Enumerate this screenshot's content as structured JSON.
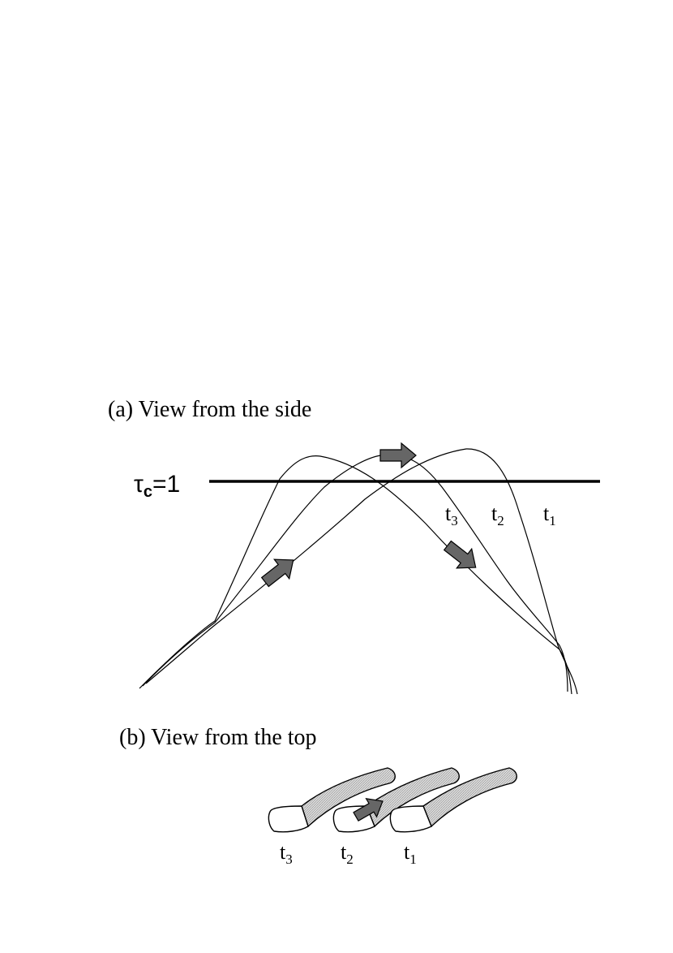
{
  "panel_a": {
    "caption": "(a)  View from the side",
    "threshold_label": {
      "symbol": "τ",
      "subscript": "c",
      "value": "=1"
    },
    "loop_labels": [
      {
        "base": "t",
        "sub": "3"
      },
      {
        "base": "t",
        "sub": "2"
      },
      {
        "base": "t",
        "sub": "1"
      }
    ]
  },
  "panel_b": {
    "caption": "(b)  View from the top",
    "loop_labels": [
      {
        "base": "t",
        "sub": "3"
      },
      {
        "base": "t",
        "sub": "2"
      },
      {
        "base": "t",
        "sub": "1"
      }
    ]
  },
  "colors": {
    "line": "#000000",
    "arrow_fill": "#666666",
    "shaded": "#d4d4d4",
    "background": "#ffffff"
  }
}
